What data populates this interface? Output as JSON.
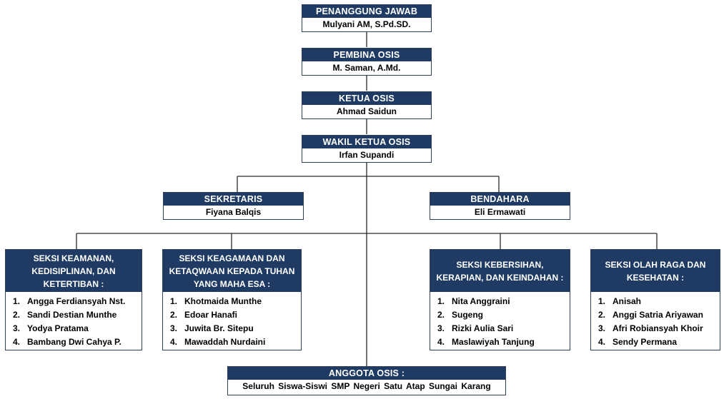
{
  "chain": [
    {
      "title": "PENANGGUNG JAWAB",
      "name": "Mulyani AM, S.Pd.SD."
    },
    {
      "title": "PEMBINA OSIS",
      "name": "M. Saman, A.Md."
    },
    {
      "title": "KETUA OSIS",
      "name": "Ahmad Saidun"
    },
    {
      "title": "WAKIL KETUA OSIS",
      "name": "Irfan Supandi"
    }
  ],
  "secretary": {
    "title": "SEKRETARIS",
    "name": "Fiyana Balqis"
  },
  "treasurer": {
    "title": "BENDAHARA",
    "name": "Eli Ermawati"
  },
  "sections": [
    {
      "title_lines": [
        "SEKSI KEAMANAN,",
        "KEDISIPLINAN, DAN",
        "KETERTIBAN :"
      ],
      "members": [
        "Angga Ferdiansyah  Nst.",
        "Sandi Destian Munthe",
        "Yodya Pratama",
        "Bambang Dwi Cahya P."
      ]
    },
    {
      "title_lines": [
        "SEKSI KEAGAMAAN DAN",
        "KETAQWAAN KEPADA TUHAN",
        "YANG MAHA ESA :"
      ],
      "members": [
        "Khotmaida Munthe",
        "Edoar Hanafi",
        "Juwita Br. Sitepu",
        "Mawaddah Nurdaini"
      ]
    },
    {
      "title_lines": [
        "SEKSI KEBERSIHAN,",
        "KERAPIAN, DAN KEINDAHAN :"
      ],
      "members": [
        "Nita Anggraini",
        "Sugeng",
        "Rizki Aulia Sari",
        "Maslawiyah Tanjung"
      ]
    },
    {
      "title_lines": [
        "SEKSI OLAH RAGA DAN",
        "KESEHATAN :"
      ],
      "members": [
        "Anisah",
        "Anggi Satria Ariyawan",
        "Afri Robiansyah  Khoir",
        "Sendy Permana"
      ]
    }
  ],
  "members_all": {
    "title": "ANGGOTA OSIS :",
    "name": "Seluruh  Siswa-Siswi  SMP Negeri Satu Atap Sungai Karang"
  },
  "colors": {
    "header": "#1f3b63",
    "border": "#2c3e58",
    "line": "#2a2a2a"
  }
}
